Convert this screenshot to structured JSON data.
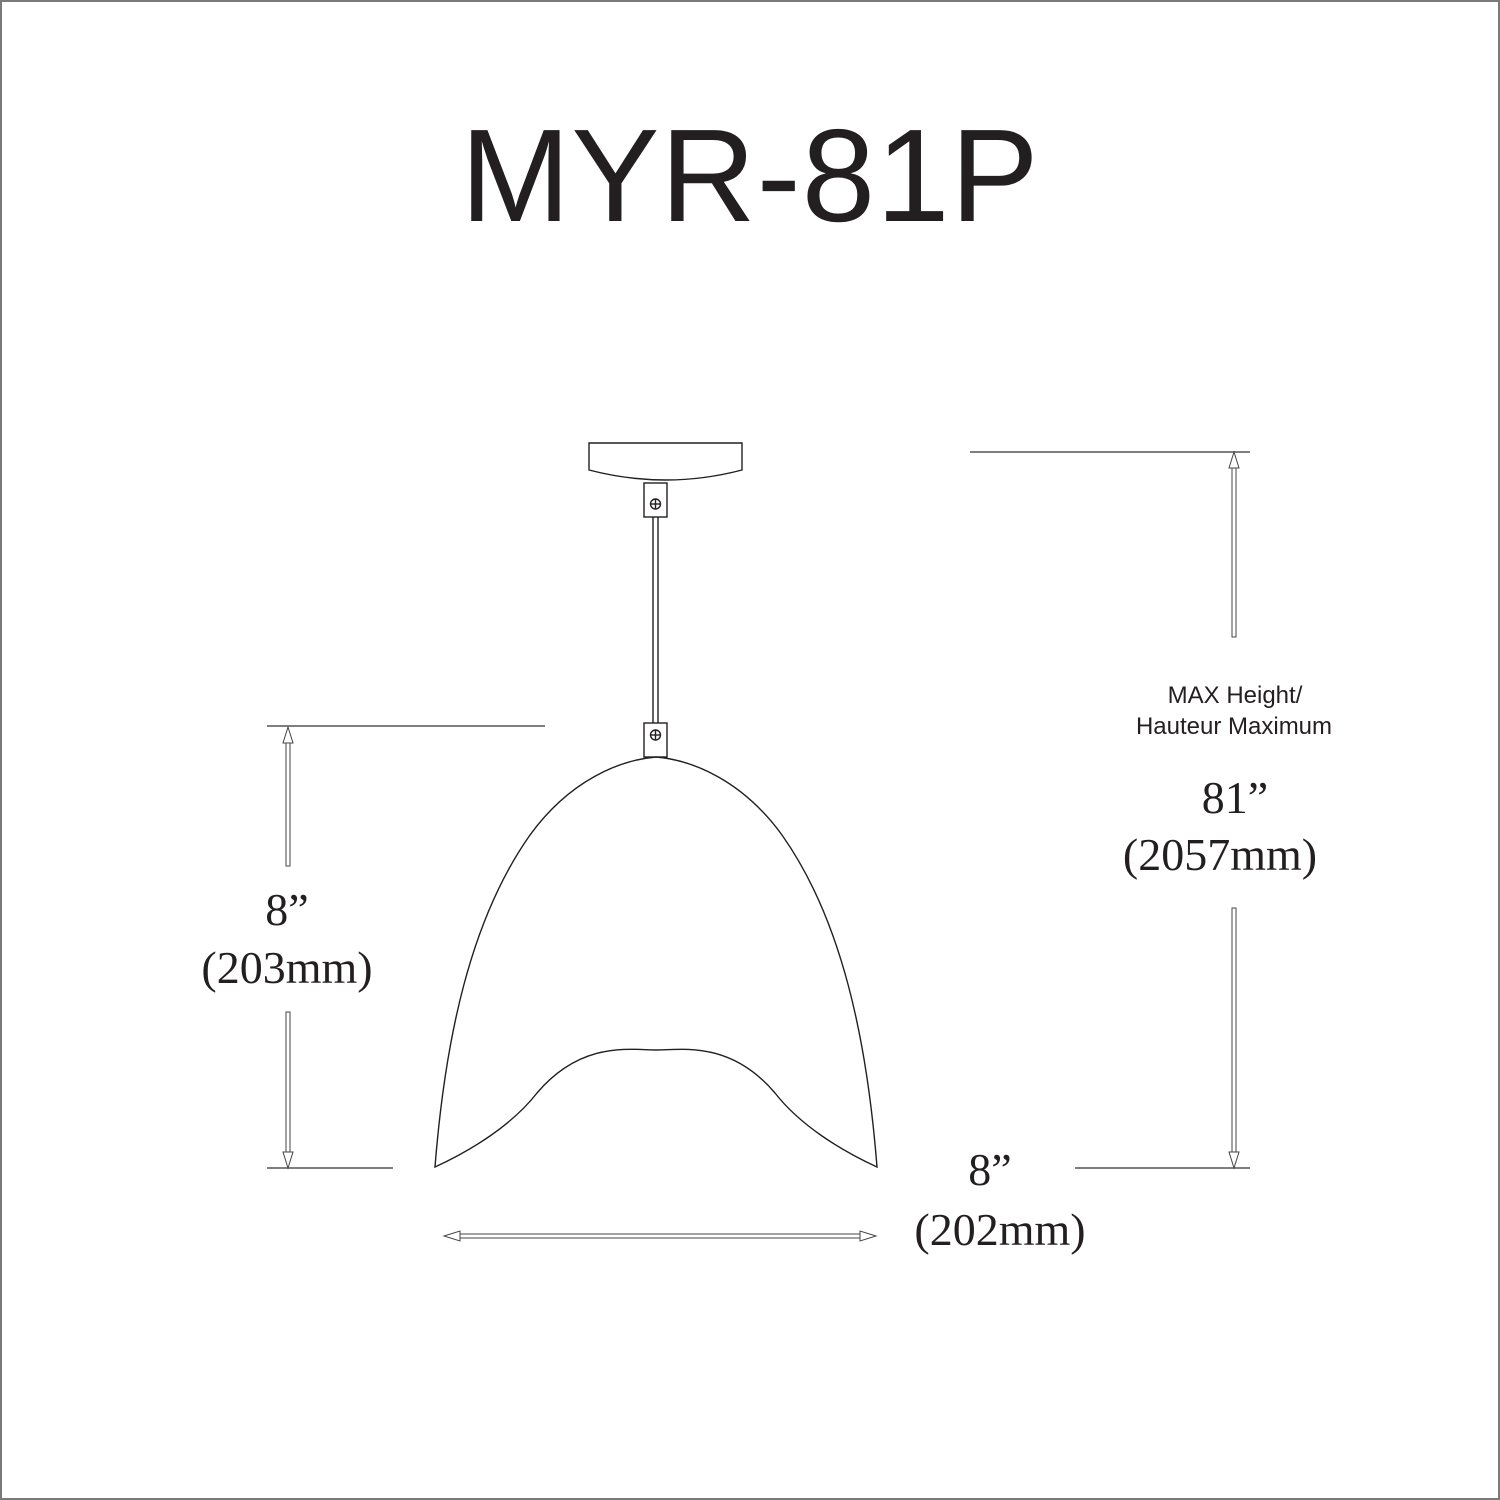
{
  "title": "MYR-81P",
  "dimensions": {
    "height": {
      "inches": "8”",
      "mm": "(203mm)"
    },
    "width": {
      "inches": "8”",
      "mm": "(202mm)"
    },
    "max_height": {
      "label_en": "MAX Height/",
      "label_fr": "Hauteur Maximum",
      "inches": "81”",
      "mm": "(2057mm)"
    }
  },
  "colors": {
    "line": "#231f20",
    "border": "#7a7a7a",
    "background": "#ffffff"
  }
}
